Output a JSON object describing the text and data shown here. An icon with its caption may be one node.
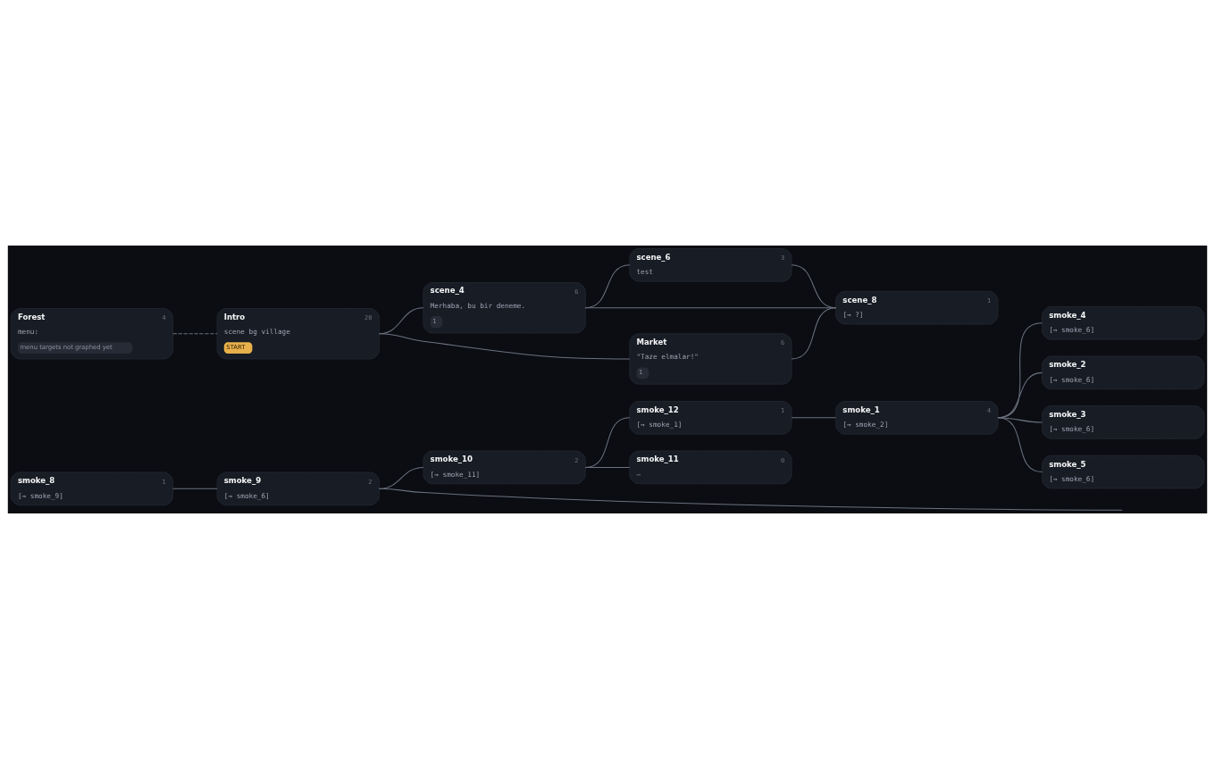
{
  "diagram": {
    "nodes": [
      {
        "text": [
          "Forest",
          "4",
          "menu:",
          "menu targets not graphed yet"
        ]
      },
      {
        "text": [
          "Intro",
          "20",
          "scene bg village",
          "START"
        ]
      },
      {
        "text": [
          "scene_4",
          "6",
          "Merhaba, bu bir deneme.",
          "1"
        ]
      },
      {
        "text": [
          "scene_6",
          "3",
          "test"
        ]
      },
      {
        "text": [
          "Market",
          "6",
          "\"Taze elmalar!\"",
          "1"
        ]
      },
      {
        "text": [
          "scene_8",
          "1",
          "[→ ?]"
        ]
      },
      {
        "text": [
          "smoke_8",
          "1",
          "[→ smoke_9]"
        ]
      },
      {
        "text": [
          "smoke_9",
          "2",
          "[→ smoke_6]"
        ]
      },
      {
        "text": [
          "smoke_10",
          "2",
          "[→ smoke_11]"
        ]
      },
      {
        "text": [
          "smoke_12",
          "1",
          "[→ smoke_1]"
        ]
      },
      {
        "text": [
          "smoke_11",
          "0",
          "–"
        ]
      },
      {
        "text": [
          "smoke_1",
          "4",
          "[→ smoke_2]"
        ]
      },
      {
        "text": [
          "smoke_4",
          "[→ smoke_6]"
        ]
      },
      {
        "text": [
          "smoke_2",
          "[→ smoke_6]"
        ]
      },
      {
        "text": [
          "smoke_3",
          "[→ smoke_6]"
        ]
      },
      {
        "text": [
          "smoke_5",
          "[→ smoke_6]"
        ]
      }
    ],
    "edges": [
      {
        "from": 0,
        "to": 1,
        "arrow": "none",
        "style": "dashed"
      },
      {
        "from": 1,
        "to": 2,
        "arrow": "none"
      },
      {
        "from": 1,
        "to": 4,
        "arrow": "none"
      },
      {
        "from": 2,
        "to": 3,
        "arrow": "none"
      },
      {
        "from": 2,
        "to": 5,
        "arrow": "none"
      },
      {
        "from": 3,
        "to": 5,
        "arrow": "none"
      },
      {
        "from": 4,
        "to": 5,
        "arrow": "none"
      },
      {
        "from": 6,
        "to": 7,
        "arrow": "none"
      },
      {
        "from": 7,
        "to": null,
        "arrow": "none"
      },
      {
        "from": 7,
        "to": 8,
        "arrow": "none"
      },
      {
        "from": 8,
        "to": 9,
        "arrow": "none"
      },
      {
        "from": 8,
        "to": 10,
        "arrow": "none"
      },
      {
        "from": 9,
        "to": 11,
        "arrow": "none"
      },
      {
        "from": 11,
        "to": 12,
        "arrow": "none"
      },
      {
        "from": 11,
        "to": 13,
        "arrow": "none"
      },
      {
        "from": 11,
        "to": 14,
        "arrow": "none"
      },
      {
        "from": 11,
        "to": 15,
        "arrow": "none"
      }
    ]
  }
}
